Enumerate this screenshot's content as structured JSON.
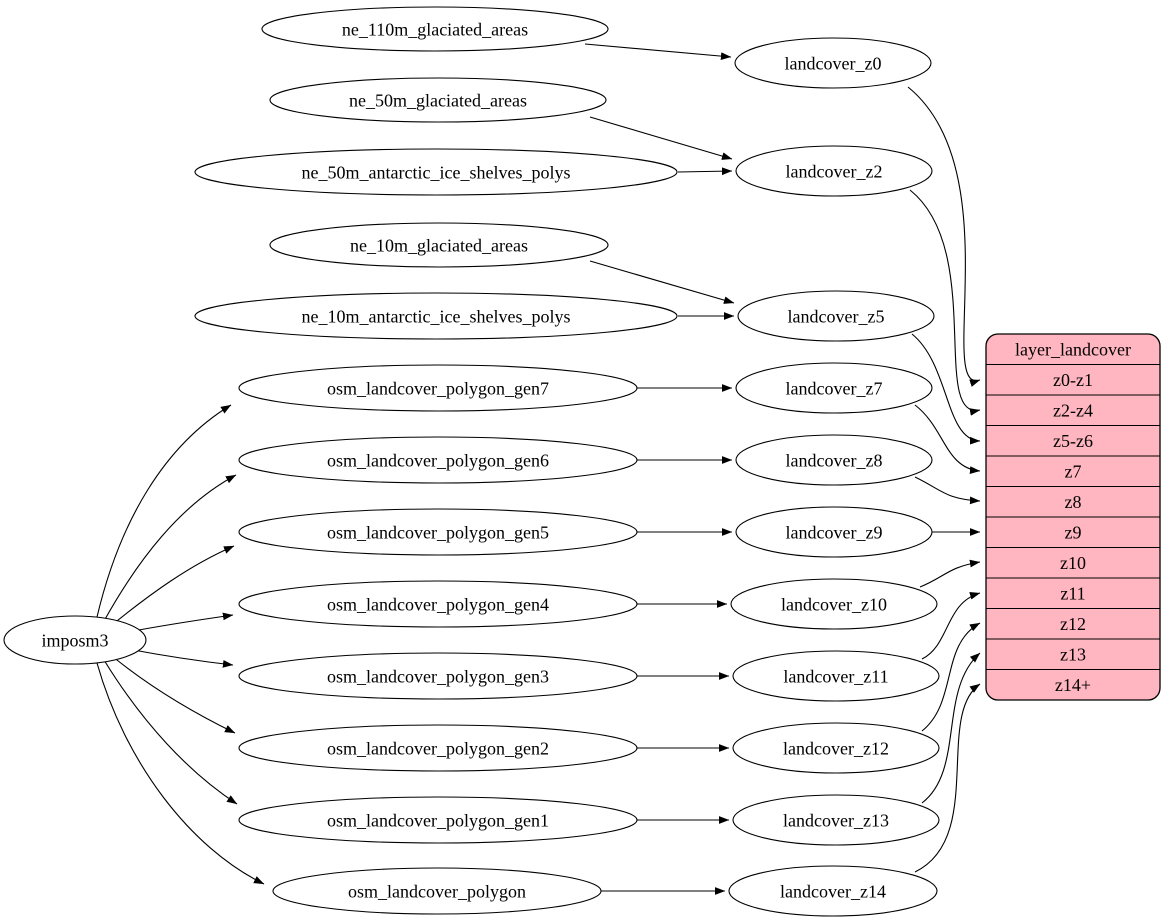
{
  "diagram_type": "etl-graph",
  "colors": {
    "background": "#ffffff",
    "node_fill": "#ffffff",
    "node_stroke": "#000000",
    "edge_color": "#000000",
    "table_fill": "#ffb6c1"
  },
  "nodes": [
    {
      "id": "imposm3",
      "label": "imposm3"
    },
    {
      "id": "ne_110m_glaciated_areas",
      "label": "ne_110m_glaciated_areas"
    },
    {
      "id": "ne_50m_glaciated_areas",
      "label": "ne_50m_glaciated_areas"
    },
    {
      "id": "ne_50m_antarctic_ice_shelves_polys",
      "label": "ne_50m_antarctic_ice_shelves_polys"
    },
    {
      "id": "ne_10m_glaciated_areas",
      "label": "ne_10m_glaciated_areas"
    },
    {
      "id": "ne_10m_antarctic_ice_shelves_polys",
      "label": "ne_10m_antarctic_ice_shelves_polys"
    },
    {
      "id": "osm_landcover_polygon_gen7",
      "label": "osm_landcover_polygon_gen7"
    },
    {
      "id": "osm_landcover_polygon_gen6",
      "label": "osm_landcover_polygon_gen6"
    },
    {
      "id": "osm_landcover_polygon_gen5",
      "label": "osm_landcover_polygon_gen5"
    },
    {
      "id": "osm_landcover_polygon_gen4",
      "label": "osm_landcover_polygon_gen4"
    },
    {
      "id": "osm_landcover_polygon_gen3",
      "label": "osm_landcover_polygon_gen3"
    },
    {
      "id": "osm_landcover_polygon_gen2",
      "label": "osm_landcover_polygon_gen2"
    },
    {
      "id": "osm_landcover_polygon_gen1",
      "label": "osm_landcover_polygon_gen1"
    },
    {
      "id": "osm_landcover_polygon",
      "label": "osm_landcover_polygon"
    },
    {
      "id": "landcover_z0",
      "label": "landcover_z0"
    },
    {
      "id": "landcover_z2",
      "label": "landcover_z2"
    },
    {
      "id": "landcover_z5",
      "label": "landcover_z5"
    },
    {
      "id": "landcover_z7",
      "label": "landcover_z7"
    },
    {
      "id": "landcover_z8",
      "label": "landcover_z8"
    },
    {
      "id": "landcover_z9",
      "label": "landcover_z9"
    },
    {
      "id": "landcover_z10",
      "label": "landcover_z10"
    },
    {
      "id": "landcover_z11",
      "label": "landcover_z11"
    },
    {
      "id": "landcover_z12",
      "label": "landcover_z12"
    },
    {
      "id": "landcover_z13",
      "label": "landcover_z13"
    },
    {
      "id": "landcover_z14",
      "label": "landcover_z14"
    }
  ],
  "table": {
    "title": "layer_landcover",
    "rows": [
      "z0-z1",
      "z2-z4",
      "z5-z6",
      "z7",
      "z8",
      "z9",
      "z10",
      "z11",
      "z12",
      "z13",
      "z14+"
    ]
  },
  "edges": [
    {
      "from": "ne_110m_glaciated_areas",
      "to": "landcover_z0"
    },
    {
      "from": "ne_50m_glaciated_areas",
      "to": "landcover_z2"
    },
    {
      "from": "ne_50m_antarctic_ice_shelves_polys",
      "to": "landcover_z2"
    },
    {
      "from": "ne_10m_glaciated_areas",
      "to": "landcover_z5"
    },
    {
      "from": "ne_10m_antarctic_ice_shelves_polys",
      "to": "landcover_z5"
    },
    {
      "from": "imposm3",
      "to": "osm_landcover_polygon_gen7"
    },
    {
      "from": "imposm3",
      "to": "osm_landcover_polygon_gen6"
    },
    {
      "from": "imposm3",
      "to": "osm_landcover_polygon_gen5"
    },
    {
      "from": "imposm3",
      "to": "osm_landcover_polygon_gen4"
    },
    {
      "from": "imposm3",
      "to": "osm_landcover_polygon_gen3"
    },
    {
      "from": "imposm3",
      "to": "osm_landcover_polygon_gen2"
    },
    {
      "from": "imposm3",
      "to": "osm_landcover_polygon_gen1"
    },
    {
      "from": "imposm3",
      "to": "osm_landcover_polygon"
    },
    {
      "from": "osm_landcover_polygon_gen7",
      "to": "landcover_z7"
    },
    {
      "from": "osm_landcover_polygon_gen6",
      "to": "landcover_z8"
    },
    {
      "from": "osm_landcover_polygon_gen5",
      "to": "landcover_z9"
    },
    {
      "from": "osm_landcover_polygon_gen4",
      "to": "landcover_z10"
    },
    {
      "from": "osm_landcover_polygon_gen3",
      "to": "landcover_z11"
    },
    {
      "from": "osm_landcover_polygon_gen2",
      "to": "landcover_z12"
    },
    {
      "from": "osm_landcover_polygon_gen1",
      "to": "landcover_z13"
    },
    {
      "from": "osm_landcover_polygon",
      "to": "landcover_z14"
    },
    {
      "from": "landcover_z0",
      "to": "table",
      "row": "z0-z1"
    },
    {
      "from": "landcover_z2",
      "to": "table",
      "row": "z2-z4"
    },
    {
      "from": "landcover_z5",
      "to": "table",
      "row": "z5-z6"
    },
    {
      "from": "landcover_z7",
      "to": "table",
      "row": "z7"
    },
    {
      "from": "landcover_z8",
      "to": "table",
      "row": "z8"
    },
    {
      "from": "landcover_z9",
      "to": "table",
      "row": "z9"
    },
    {
      "from": "landcover_z10",
      "to": "table",
      "row": "z10"
    },
    {
      "from": "landcover_z11",
      "to": "table",
      "row": "z11"
    },
    {
      "from": "landcover_z12",
      "to": "table",
      "row": "z12"
    },
    {
      "from": "landcover_z13",
      "to": "table",
      "row": "z13"
    },
    {
      "from": "landcover_z14",
      "to": "table",
      "row": "z14+"
    }
  ]
}
